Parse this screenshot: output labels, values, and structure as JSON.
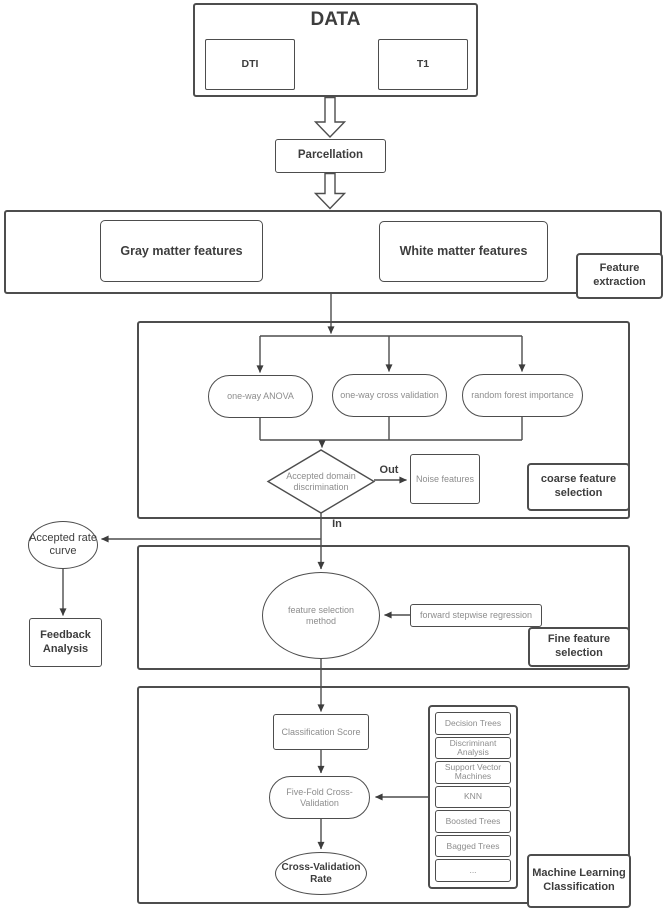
{
  "nodes": {
    "data_title": "DATA",
    "dti": "DTI",
    "t1": "T1",
    "parcellation": "Parcellation",
    "gray_matter": "Gray matter features",
    "white_matter": "White matter features",
    "feature_extraction_label": "Feature extraction",
    "anova": "one-way ANOVA",
    "cross_validation": "one-way cross validation",
    "random_forest": "random forest importance",
    "decision_diamond": "Accepted domain discrimination",
    "out_label": "Out",
    "in_label": "In",
    "noise": "Noise features",
    "coarse_label": "coarse feature selection",
    "accepted_rate_curve": "Accepted rate curve",
    "feedback_analysis": "Feedback Analysis",
    "feature_selection_method": "feature selection method",
    "forward_stepwise": "forward stepwise regression",
    "fine_label": "Fine feature selection",
    "classification_score": "Classification Score",
    "five_fold": "Five-Fold Cross-Validation",
    "cv_rate": "Cross-Validation Rate",
    "ml_label": "Machine Learning Classification"
  },
  "classifiers": [
    "Decision Trees",
    "Discriminant Analysis",
    "Support Vector Machines",
    "KNN",
    "Boosted Trees",
    "Bagged Trees",
    "..."
  ],
  "colors": {
    "line": "#4d4d4d",
    "text_dark": "#3d3d3d",
    "text_gray": "#8d8d8d",
    "background": "#ffffff"
  }
}
